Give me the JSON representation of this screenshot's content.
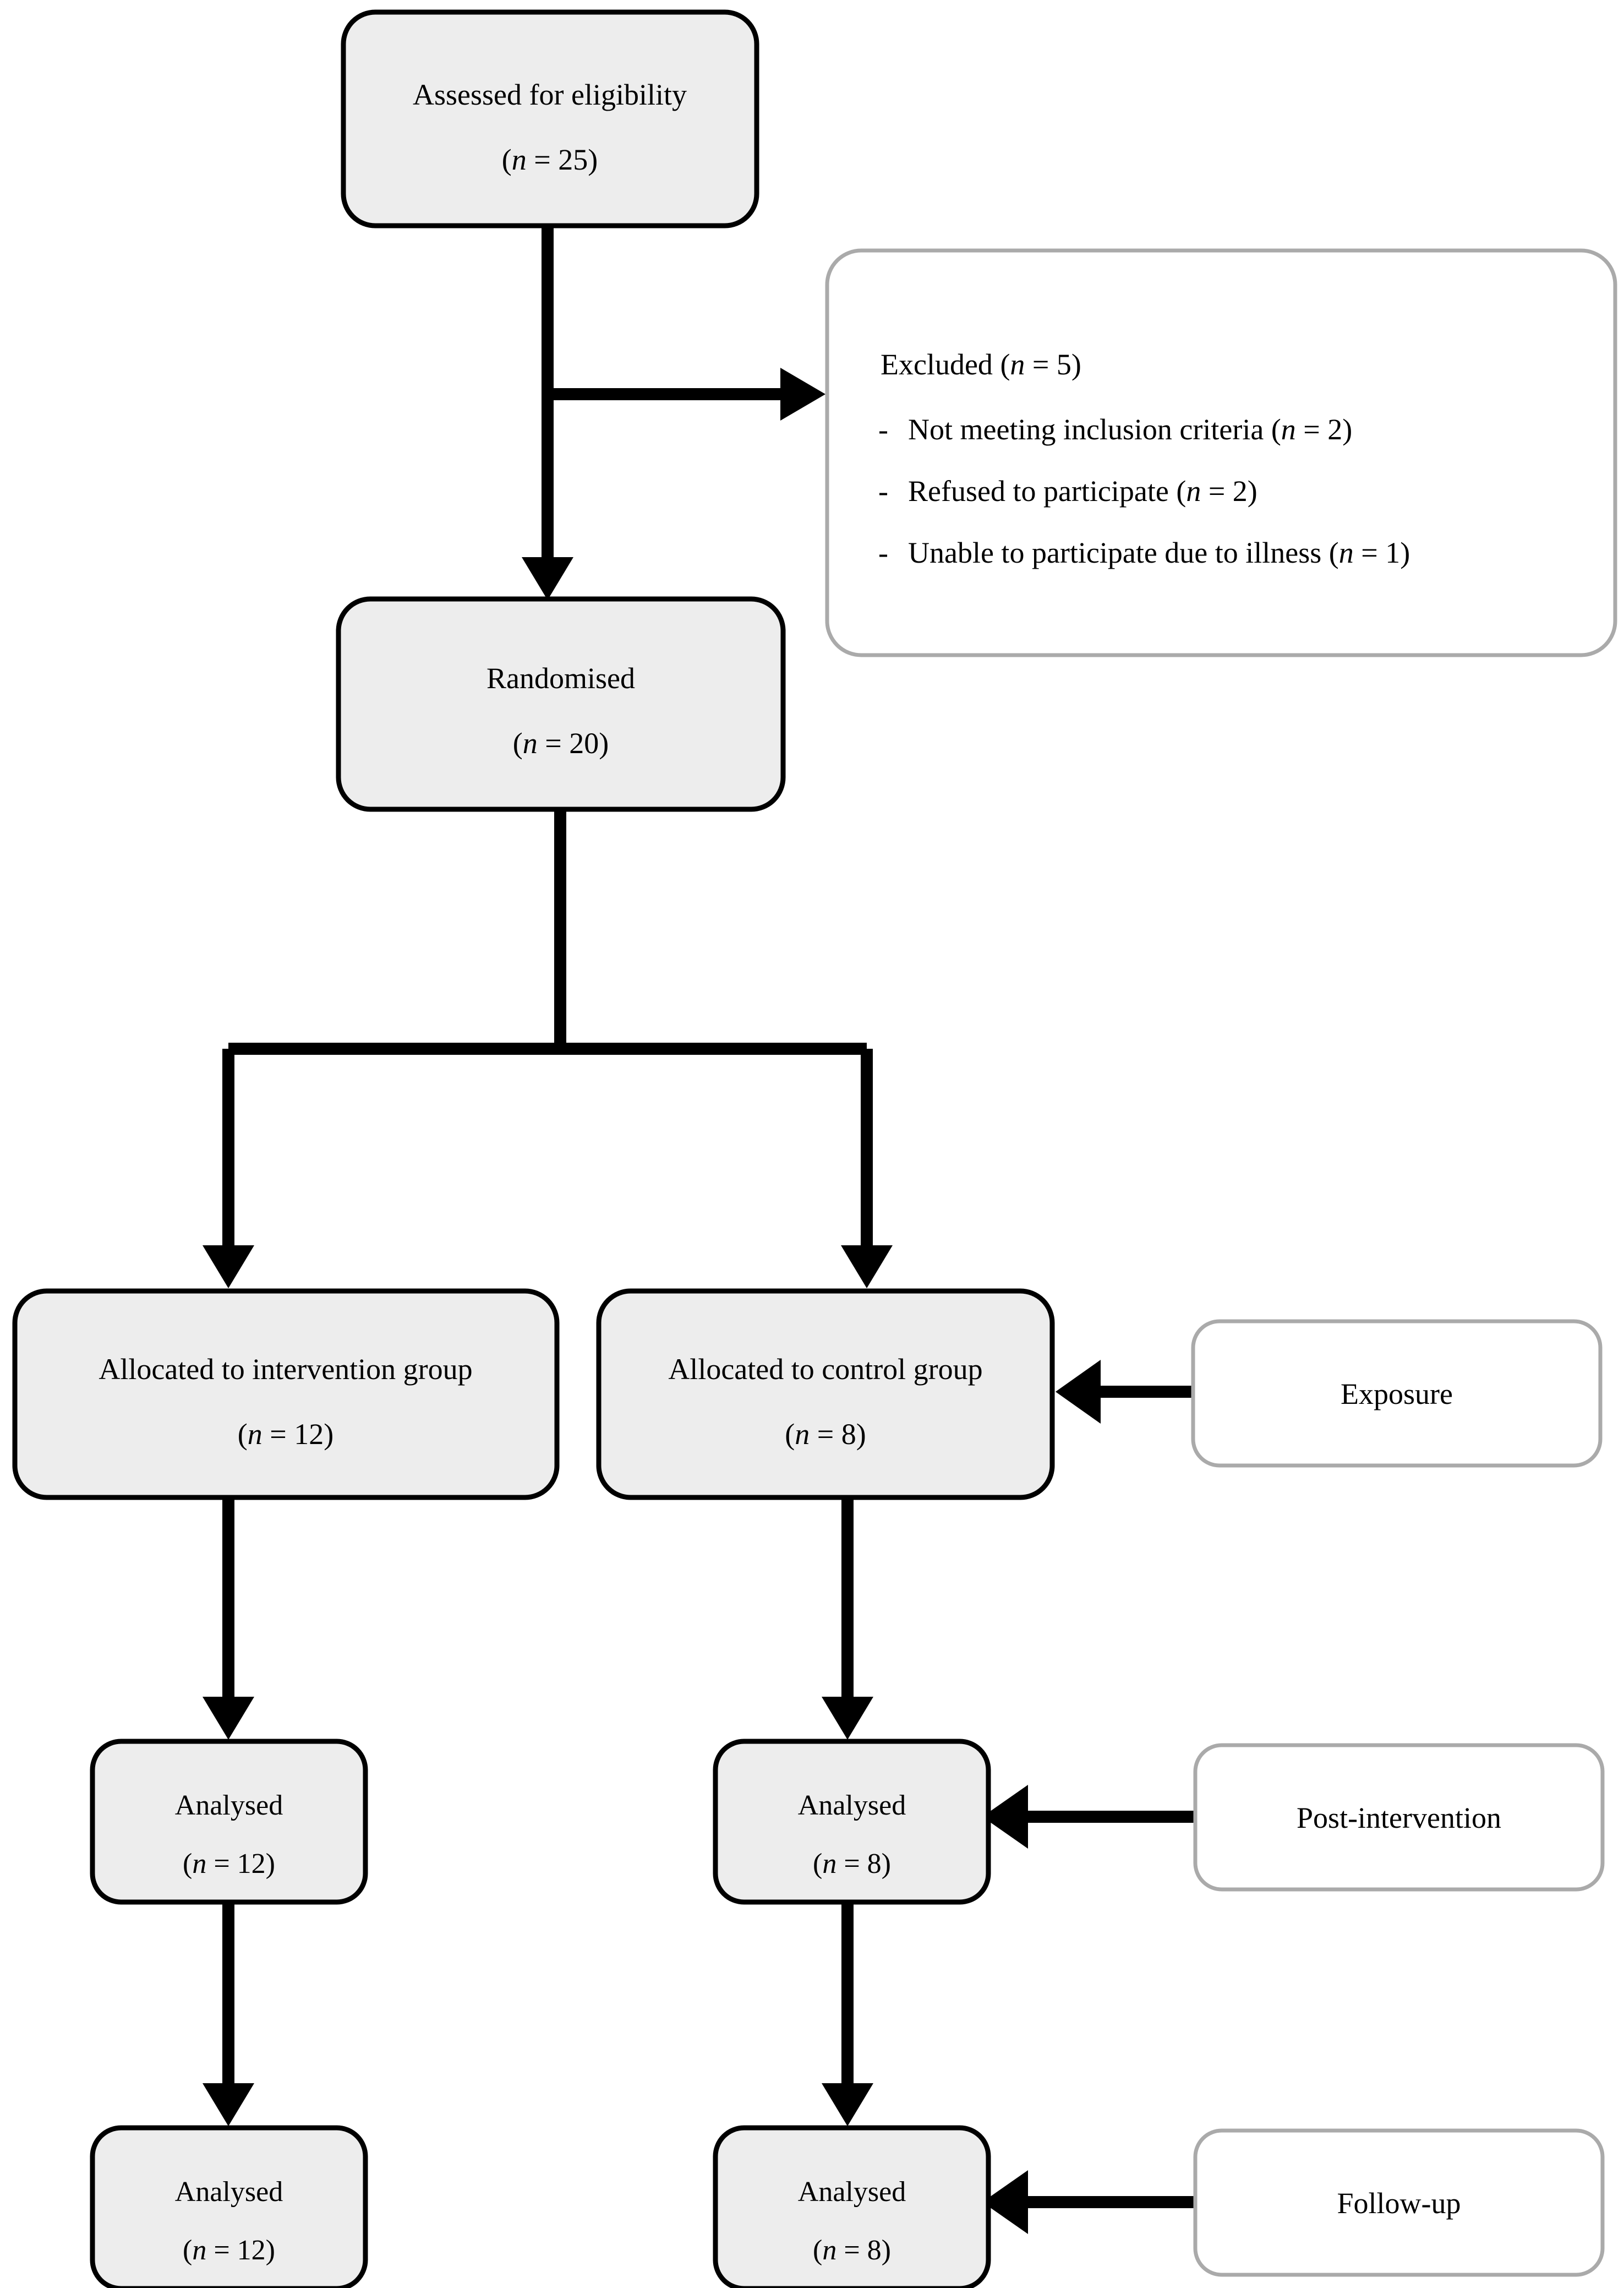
{
  "diagram": {
    "type": "consort-flow-diagram",
    "title": "CONSORT participant flow",
    "colors": {
      "node_fill": "#ededed",
      "node_stroke": "#000000",
      "open_node_fill": "#ffffff",
      "open_node_stroke": "#aaaaaa",
      "connector": "#000000",
      "background": "#ffffff"
    }
  },
  "nodes": {
    "eligibility": {
      "line1": "Assessed for eligibility",
      "n_open": "(",
      "n_symbol": "n",
      "n_eq": " = ",
      "n_value": "25",
      "n_close": ")"
    },
    "randomised": {
      "line1": "Randomised",
      "n_open": "(",
      "n_symbol": "n",
      "n_eq": " = ",
      "n_value": "20",
      "n_close": ")"
    },
    "allocated_intervention": {
      "line1": "Allocated to intervention group",
      "n_open": "(",
      "n_symbol": "n",
      "n_eq": " = ",
      "n_value": "12",
      "n_close": ")"
    },
    "allocated_control": {
      "line1": "Allocated to control group",
      "n_open": "(",
      "n_symbol": "n",
      "n_eq": " = ",
      "n_value": "8",
      "n_close": ")"
    },
    "analysed_intervention_post": {
      "line1": "Analysed",
      "n_open": "(",
      "n_symbol": "n",
      "n_eq": " = ",
      "n_value": "12",
      "n_close": ")"
    },
    "analysed_control_post": {
      "line1": "Analysed",
      "n_open": "(",
      "n_symbol": "n",
      "n_eq": " = ",
      "n_value": "8",
      "n_close": ")"
    },
    "analysed_intervention_followup": {
      "line1": "Analysed",
      "n_open": "(",
      "n_symbol": "n",
      "n_eq": " = ",
      "n_value": "12",
      "n_close": ")"
    },
    "analysed_control_followup": {
      "line1": "Analysed",
      "n_open": "(",
      "n_symbol": "n",
      "n_eq": " = ",
      "n_value": "8",
      "n_close": ")"
    },
    "exposure": {
      "label": "Exposure"
    },
    "post_intervention": {
      "label": "Post-intervention"
    },
    "follow_up": {
      "label": "Follow-up"
    }
  },
  "excluded": {
    "heading_text": "Excluded ",
    "heading_open": "(",
    "heading_symbol": "n",
    "heading_eq": " = ",
    "heading_value": "5",
    "heading_close": ")",
    "items": [
      {
        "bullet": "-",
        "text": "Not meeting inclusion criteria ",
        "n_open": "(",
        "n_symbol": "n",
        "n_eq": " = ",
        "n_value": "2",
        "n_close": ")"
      },
      {
        "bullet": "-",
        "text": "Refused to participate ",
        "n_open": "(",
        "n_symbol": "n",
        "n_eq": " = ",
        "n_value": "2",
        "n_close": ")"
      },
      {
        "bullet": "-",
        "text": "Unable to participate due to illness ",
        "n_open": "(",
        "n_symbol": "n",
        "n_eq": " = ",
        "n_value": "1",
        "n_close": ")"
      }
    ]
  },
  "chart_data": {
    "type": "diagram",
    "title": "CONSORT flow of participants",
    "stages": [
      {
        "stage": "Assessed for eligibility",
        "n": 25
      },
      {
        "stage": "Excluded",
        "n": 5
      },
      {
        "stage": "Not meeting inclusion criteria",
        "n": 2
      },
      {
        "stage": "Refused to participate",
        "n": 2
      },
      {
        "stage": "Unable to participate due to illness",
        "n": 1
      },
      {
        "stage": "Randomised",
        "n": 20
      },
      {
        "stage": "Allocated to intervention group",
        "n": 12
      },
      {
        "stage": "Allocated to control group",
        "n": 8
      },
      {
        "stage": "Analysed (intervention, post-intervention)",
        "n": 12
      },
      {
        "stage": "Analysed (control, post-intervention)",
        "n": 8
      },
      {
        "stage": "Analysed (intervention, follow-up)",
        "n": 12
      },
      {
        "stage": "Analysed (control, follow-up)",
        "n": 8
      }
    ],
    "timepoints": [
      "Exposure",
      "Post-intervention",
      "Follow-up"
    ]
  }
}
